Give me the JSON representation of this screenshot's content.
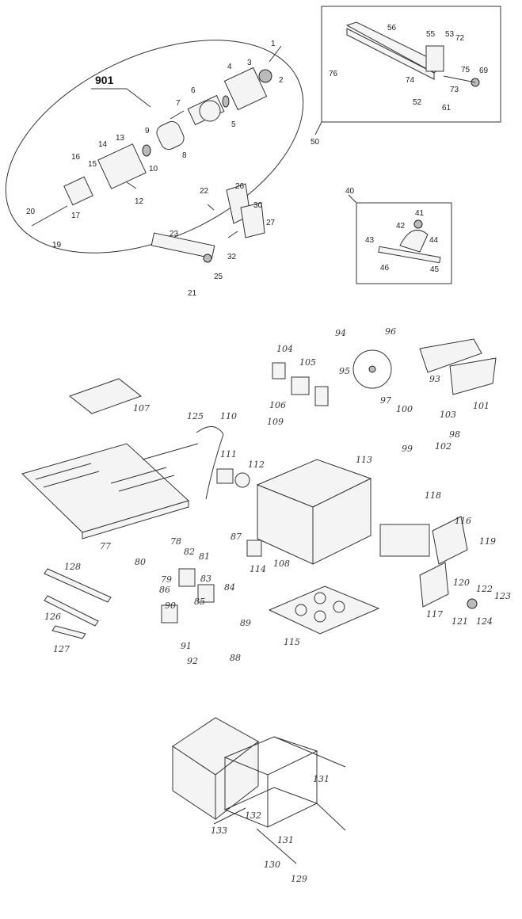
{
  "groups": {
    "motor": {
      "callout": "901"
    },
    "fence": {
      "callout": "50"
    },
    "miter": {
      "callout": "40"
    }
  },
  "labels": {
    "motor": [
      "1",
      "2",
      "3",
      "4",
      "5",
      "6",
      "7",
      "8",
      "9",
      "10",
      "12",
      "13",
      "14",
      "15",
      "16",
      "17",
      "19",
      "20"
    ],
    "riving": [
      "21",
      "22",
      "23",
      "25",
      "26",
      "27",
      "30",
      "32"
    ],
    "fence": [
      "52",
      "53",
      "55",
      "56",
      "61",
      "69",
      "72",
      "73",
      "74",
      "75",
      "76"
    ],
    "miter": [
      "41",
      "42",
      "43",
      "44",
      "45",
      "46"
    ],
    "middle": [
      "77",
      "78",
      "79",
      "80",
      "81",
      "82",
      "83",
      "84",
      "85",
      "86",
      "87",
      "88",
      "89",
      "90",
      "91",
      "92",
      "93",
      "94",
      "95",
      "96",
      "97",
      "98",
      "99",
      "100",
      "101",
      "102",
      "103",
      "104",
      "105",
      "106",
      "107",
      "108",
      "109",
      "110",
      "111",
      "112",
      "113",
      "114",
      "115",
      "116",
      "117",
      "118",
      "119",
      "120",
      "121",
      "122",
      "123",
      "124",
      "125",
      "126",
      "127",
      "128"
    ],
    "stand": [
      "129",
      "130",
      "131",
      "131",
      "132",
      "133"
    ]
  }
}
